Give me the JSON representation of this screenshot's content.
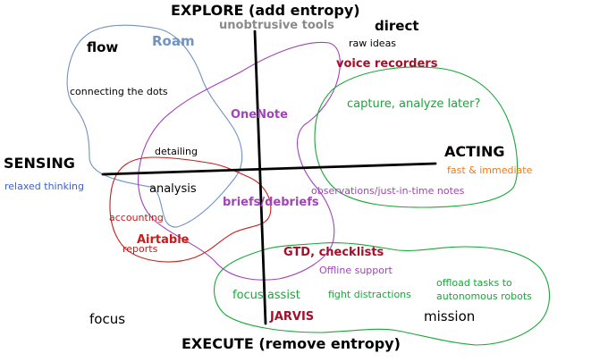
{
  "axes": {
    "top": "EXPLORE (add entropy)",
    "bottom": "EXECUTE (remove entropy)",
    "left": "SENSING",
    "right": "ACTING"
  },
  "labels": {
    "unobtrusive_tools": "unobtrusive tools",
    "direct": "direct",
    "flow": "flow",
    "roam": "Roam",
    "raw_ideas": "raw ideas",
    "voice_recorders": "voice recorders",
    "connecting_dots": "connecting the dots",
    "onenote": "OneNote",
    "capture_analyze": "capture, analyze later?",
    "detailing": "detailing",
    "fast_immediate": "fast & immediate",
    "relaxed_thinking": "relaxed thinking",
    "analysis": "analysis",
    "observations": "observations/just-in-time notes",
    "briefs": "briefs/debriefs",
    "accounting": "accounting",
    "airtable": "Airtable",
    "reports": "reports",
    "gtd": "GTD, checklists",
    "offline_support": "Offline support",
    "offload_line1": "offload tasks to",
    "offload_line2": "autonomous robots",
    "focus_assist": "focus assist",
    "fight_distractions": "fight distractions",
    "focus": "focus",
    "jarvis": "JARVIS",
    "mission": "mission"
  },
  "colors": {
    "axis": "#000000",
    "flow_region": "#6f93c4",
    "onenote_region": "#a044b8",
    "airtable_region": "#cc1a1a",
    "capture_region": "#18a838",
    "execute_region": "#18a838"
  }
}
